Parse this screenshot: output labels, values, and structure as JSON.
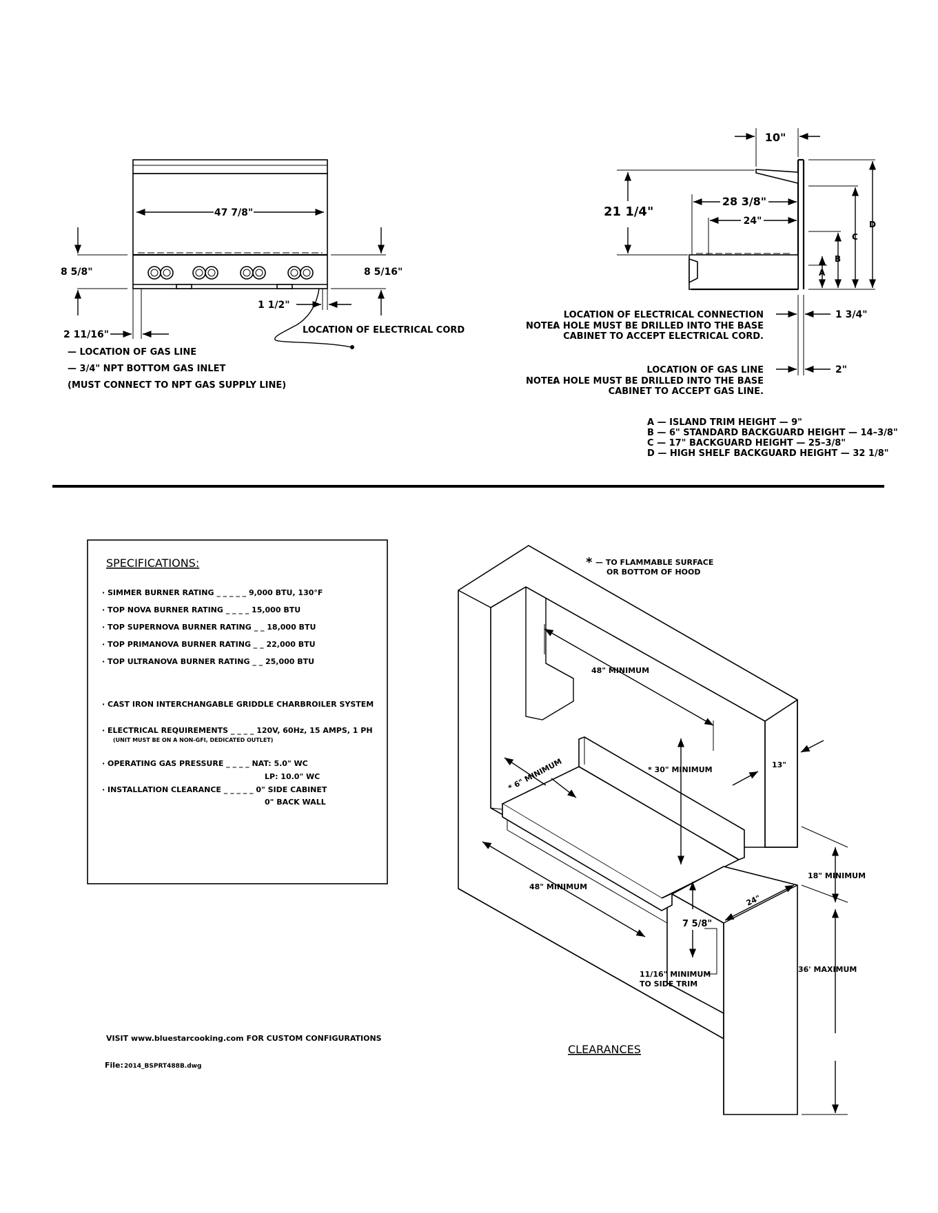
{
  "front_view": {
    "overall_width": "47 7/8\"",
    "height_left": "8 5/8\"",
    "height_right": "8 5/16\"",
    "gas_offset": "2 11/16\"",
    "cord_offset": "1 1/2\"",
    "cord_label": "LOCATION OF ELECTRICAL CORD",
    "gas_notes": [
      "— LOCATION OF GAS LINE",
      "— 3/4\" NPT BOTTOM GAS INLET",
      "(MUST CONNECT TO NPT GAS SUPPLY LINE)"
    ]
  },
  "side_view": {
    "shelf_depth": "10\"",
    "height": "21 1/4\"",
    "depth_outer": "28 3/8\"",
    "depth_inner": "24\"",
    "letters": [
      "A",
      "B",
      "C",
      "D"
    ],
    "electrical_label": "LOCATION OF ELECTRICAL CONNECTION",
    "electrical_offset": "1 3/4\"",
    "electrical_note_prefix": "NOTE:",
    "electrical_note_line1": "A HOLE MUST BE DRILLED INTO THE BASE",
    "electrical_note_line2": "CABINET TO ACCEPT ELECTRICAL CORD.",
    "gas_label": "LOCATION OF GAS LINE",
    "gas_offset": "2\"",
    "gas_note_prefix": "NOTE:",
    "gas_note_line1": "A HOLE MUST BE DRILLED INTO THE BASE",
    "gas_note_line2": "CABINET TO ACCEPT GAS LINE.",
    "legend": [
      "A — ISLAND TRIM HEIGHT — 9\"",
      "B — 6\" STANDARD BACKGUARD HEIGHT — 14–3/8\"",
      "C — 17\" BACKGUARD HEIGHT — 25–3/8\"",
      "D — HIGH SHELF BACKGUARD HEIGHT — 32 1/8\""
    ]
  },
  "specs": {
    "title": "SPECIFICATIONS:",
    "lines": [
      "· SIMMER BURNER RATING _ _ _ _ _ 9,000 BTU, 130°F",
      "· TOP NOVA BURNER RATING _ _ _ _ 15,000 BTU",
      "· TOP SUPERNOVA BURNER RATING _ _ 18,000 BTU",
      "· TOP PRIMANOVA BURNER RATING _ _ 22,000 BTU",
      "· TOP ULTRANOVA BURNER RATING _ _ 25,000 BTU",
      "· CAST IRON INTERCHANGABLE GRIDDLE CHARBROILER SYSTEM",
      "· ELECTRICAL REQUIREMENTS _ _ _ _ 120V, 60Hz, 15 AMPS, 1 PH",
      "(UNIT MUST BE ON A NON-GFI, DEDICATED OUTLET)",
      "· OPERATING GAS PRESSURE _ _ _ _ NAT: 5.0\" WC",
      "LP: 10.0\" WC",
      "· INSTALLATION CLEARANCE _ _ _ _ _ 0\" SIDE CABINET",
      "0\" BACK WALL"
    ]
  },
  "clearances": {
    "title": "CLEARANCES",
    "note_star": "*",
    "note_line1": "— TO FLAMMABLE SURFACE",
    "note_line2": "OR BOTTOM OF HOOD",
    "width_top": "48\" MINIMUM",
    "width_bottom": "48\" MINIMUM",
    "side_min": "* 6\" MINIMUM",
    "hood_min": "* 30\" MINIMUM",
    "hood_depth": "13\"",
    "above_counter": "18\" MINIMUM",
    "counter_depth": "24\"",
    "counter_height": "36' MAXIMUM",
    "trim_height": "7 5/8\"",
    "trim_min_line1": "11/16\" MINIMUM",
    "trim_min_line2": "TO SIDE TRIM"
  },
  "footer": {
    "visit": "VISIT www.bluestarcooking.com FOR CUSTOM CONFIGURATIONS",
    "file_label": "File:",
    "file_name": "2014_BSPRT488B.dwg"
  }
}
